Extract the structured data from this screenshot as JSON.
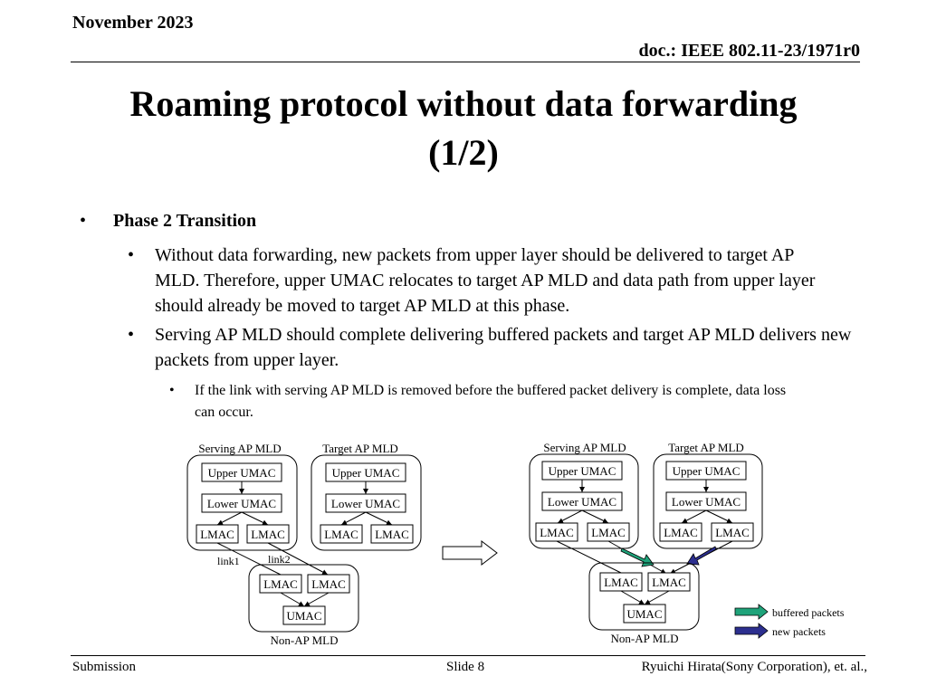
{
  "header": {
    "date": "November 2023",
    "doc_id": "doc.: IEEE 802.11-23/1971r0"
  },
  "title": {
    "line1": "Roaming protocol without data forwarding",
    "line2": "(1/2)"
  },
  "bullets": {
    "l1_text": "Phase 2 Transition",
    "l2a_text": "Without data forwarding, new packets from upper layer should be delivered to target AP MLD. Therefore, upper UMAC relocates to target AP MLD and data path from upper layer should already be moved to target AP MLD at this phase.",
    "l2b_text": "Serving AP MLD should complete delivering buffered packets and target AP MLD delivers new packets from upper layer.",
    "l3_text": "If the link with serving AP MLD is removed before the buffered packet delivery is complete, data loss can occur."
  },
  "diagram": {
    "serving_label": "Serving AP MLD",
    "target_label": "Target AP MLD",
    "non_ap_label": "Non-AP MLD",
    "upper_umac": "Upper UMAC",
    "lower_umac": "Lower UMAC",
    "lmac": "LMAC",
    "umac": "UMAC",
    "link1": "link1",
    "link2": "link2",
    "legend_buffered": "buffered packets",
    "legend_new": "new packets",
    "colors": {
      "buffered": "#1fa37a",
      "new": "#2c2f8f"
    }
  },
  "footer": {
    "left": "Submission",
    "center": "Slide 8",
    "right": "Ryuichi Hirata(Sony Corporation), et. al.,"
  }
}
